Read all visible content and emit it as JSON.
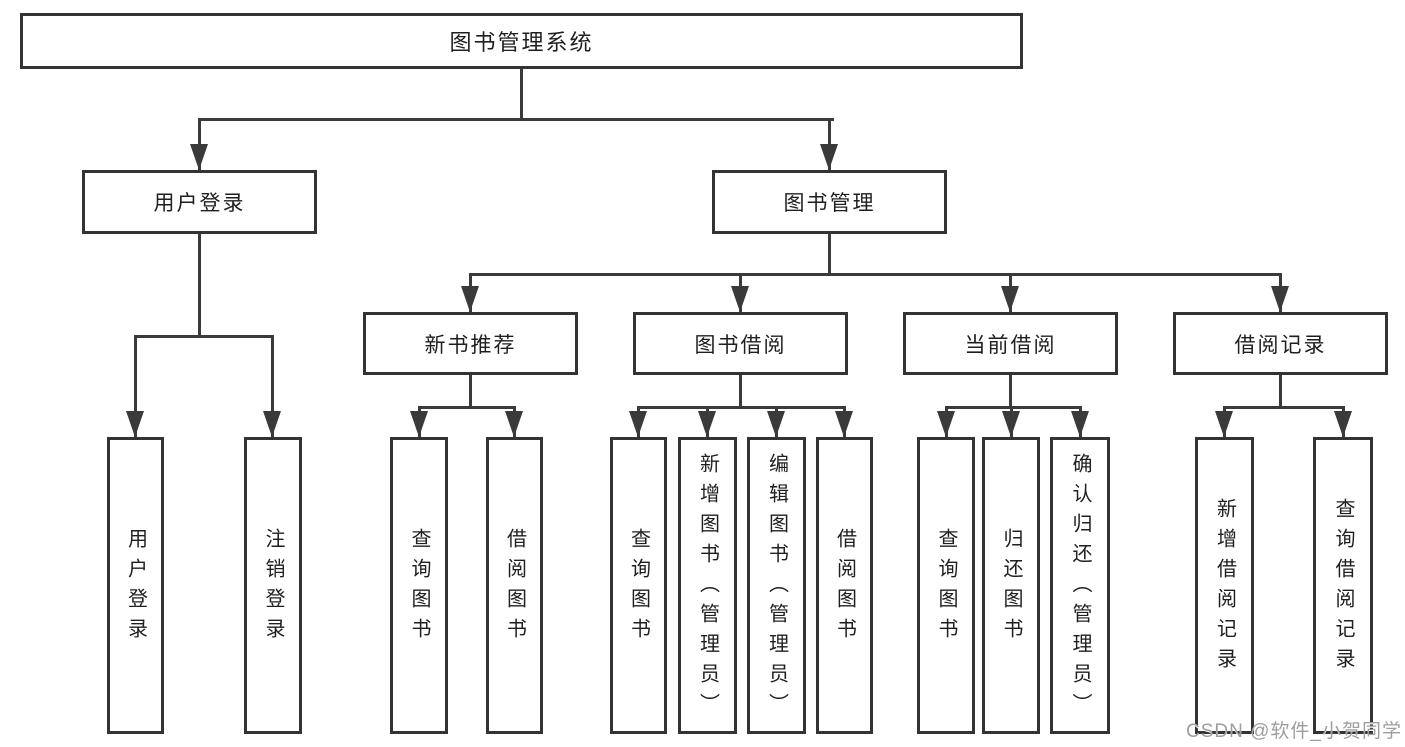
{
  "diagram": {
    "root": "图书管理系统",
    "level2": {
      "user_login": "用户登录",
      "book_mgmt": "图书管理"
    },
    "level3": {
      "new_book_rec": "新书推荐",
      "book_borrow": "图书借阅",
      "current_borrow": "当前借阅",
      "borrow_record": "借阅记录"
    },
    "leaves": {
      "user_login": [
        "用户登录",
        "注销登录"
      ],
      "new_book_rec": [
        "查询图书",
        "借阅图书"
      ],
      "book_borrow": [
        "查询图书",
        "新增图书（管理员）",
        "编辑图书（管理员）",
        "借阅图书"
      ],
      "current_borrow": [
        "查询图书",
        "归还图书",
        "确认归还（管理员）"
      ],
      "borrow_record": [
        "新增借阅记录",
        "查询借阅记录"
      ]
    },
    "hierarchy": {
      "图书管理系统": {
        "用户登录": [
          "用户登录",
          "注销登录"
        ],
        "图书管理": {
          "新书推荐": [
            "查询图书",
            "借阅图书"
          ],
          "图书借阅": [
            "查询图书",
            "新增图书（管理员）",
            "编辑图书（管理员）",
            "借阅图书"
          ],
          "当前借阅": [
            "查询图书",
            "归还图书",
            "确认归还（管理员）"
          ],
          "借阅记录": [
            "新增借阅记录",
            "查询借阅记录"
          ]
        }
      }
    }
  },
  "watermark": {
    "text": "CSDN @软件_小贺同学",
    "color": "#9e9e9e"
  },
  "colors": {
    "line": "#3a3a3a",
    "box_border": "#333333",
    "text": "#1f1f1f",
    "background": "#ffffff"
  }
}
